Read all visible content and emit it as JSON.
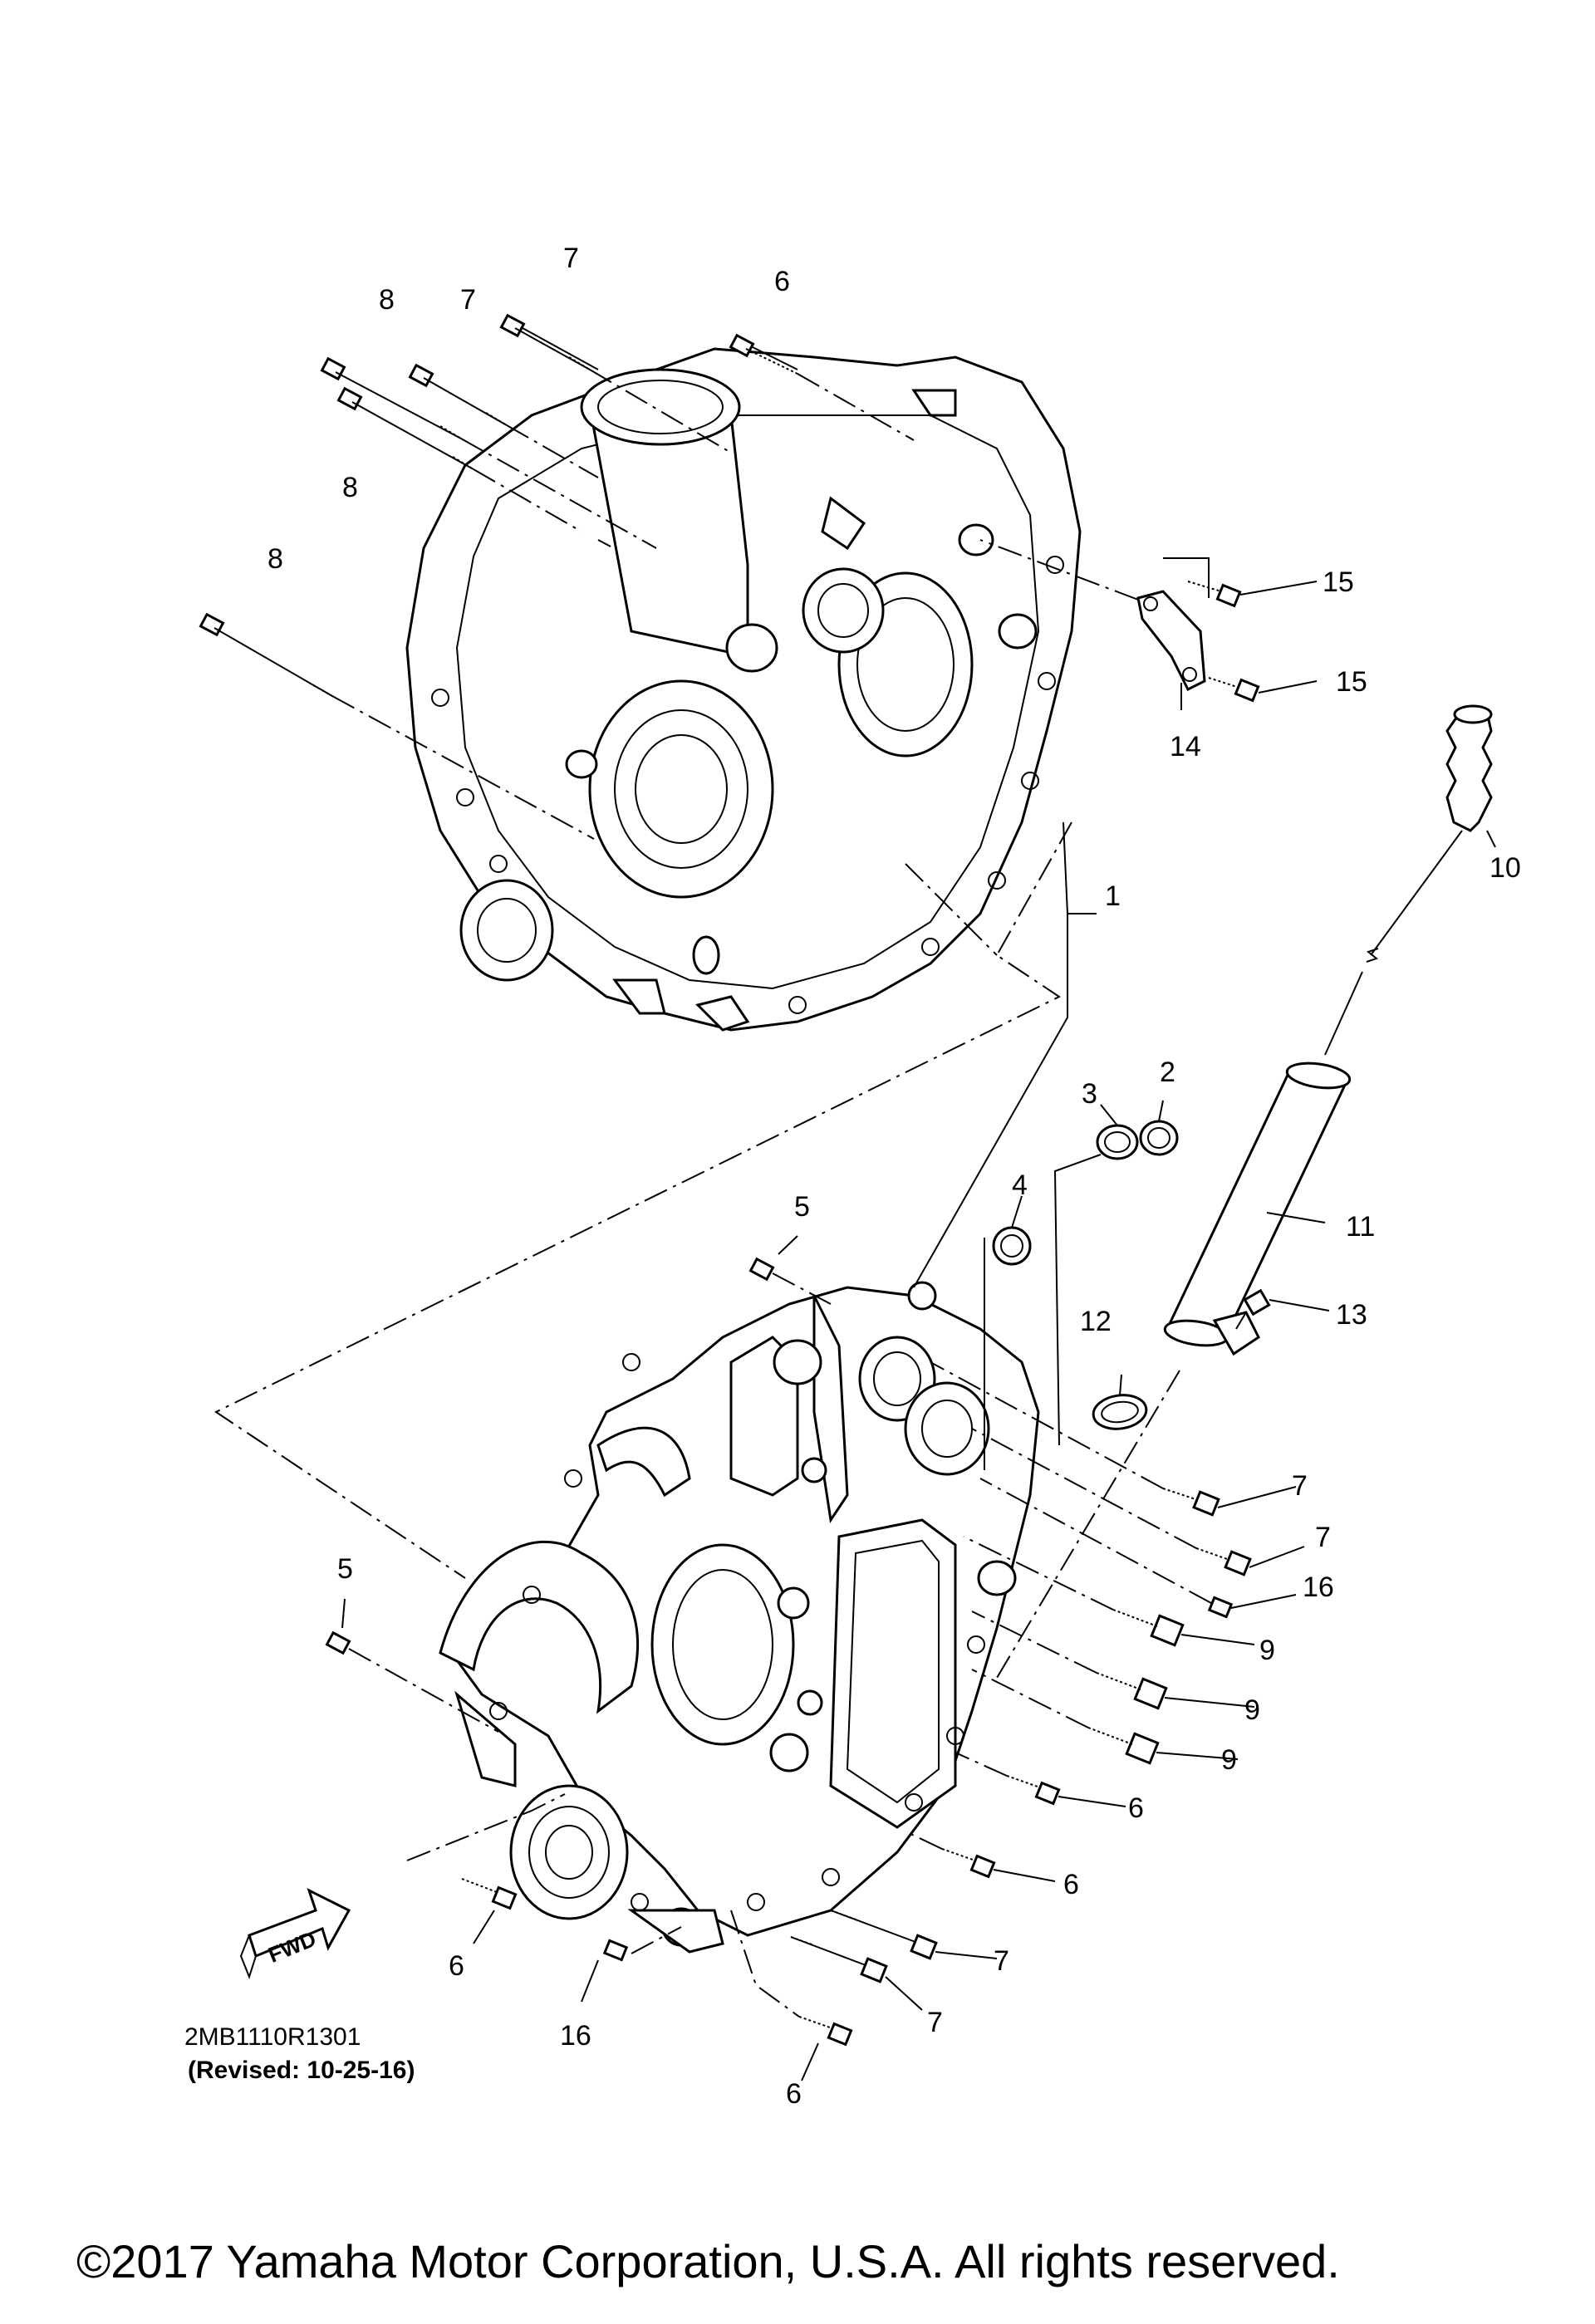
{
  "diagram": {
    "callouts": [
      "1",
      "2",
      "3",
      "4",
      "5",
      "5",
      "6",
      "6",
      "6",
      "6",
      "6",
      "7",
      "7",
      "7",
      "7",
      "7",
      "7",
      "8",
      "8",
      "8",
      "9",
      "9",
      "9",
      "10",
      "11",
      "12",
      "13",
      "14",
      "15",
      "15",
      "16",
      "16"
    ],
    "fwd_label": "FWD",
    "drawing_code": "2MB1110R1301",
    "revision": "(Revised: 10-25-16)",
    "copyright": "©2017 Yamaha Motor Corporation, U.S.A. All rights reserved."
  }
}
